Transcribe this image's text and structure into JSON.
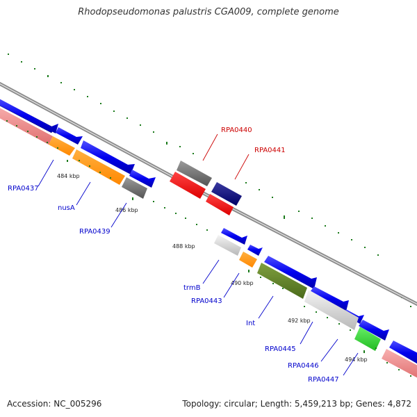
{
  "title": "Rhodopseudomonas palustris CGA009, complete genome",
  "footer": {
    "accession": "Accession: NC_005296",
    "stats": "Topology: circular; Length: 5,459,213 bp; Genes: 4,872"
  },
  "colors": {
    "forward_label": "#0000cc",
    "reverse_label": "#cc0000",
    "backbone": "#8c8c8c",
    "ticks": "#1a7a1a"
  },
  "kbp_ticks": [
    "484 kbp",
    "486 kbp",
    "488 kbp",
    "490 kbp",
    "492 kbp",
    "494 kbp"
  ],
  "genes": [
    {
      "label": "RPA0437",
      "strand": "forward"
    },
    {
      "label": "nusA",
      "strand": "forward"
    },
    {
      "label": "RPA0439",
      "strand": "forward"
    },
    {
      "label": "RPA0440",
      "strand": "reverse"
    },
    {
      "label": "RPA0441",
      "strand": "reverse"
    },
    {
      "label": "trmB",
      "strand": "forward"
    },
    {
      "label": "RPA0443",
      "strand": "forward"
    },
    {
      "label": "Int",
      "strand": "forward"
    },
    {
      "label": "RPA0445",
      "strand": "forward"
    },
    {
      "label": "RPA0446",
      "strand": "forward"
    },
    {
      "label": "RPA0447",
      "strand": "forward"
    }
  ]
}
